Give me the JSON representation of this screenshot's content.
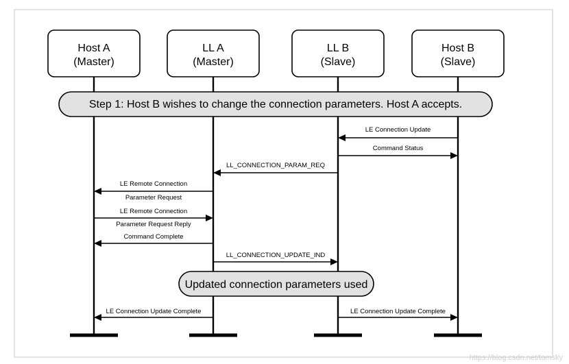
{
  "participants": [
    {
      "name": "Host A",
      "role": "(Master)"
    },
    {
      "name": "LL A",
      "role": "(Master)"
    },
    {
      "name": "LL B",
      "role": "(Slave)"
    },
    {
      "name": "Host B",
      "role": "(Slave)"
    }
  ],
  "step_label": "Step 1: Host B wishes to change the connection parameters. Host A accepts.",
  "result_label": "Updated connection parameters used",
  "messages": [
    {
      "from": 3,
      "to": 2,
      "lines": [
        "LE Connection Update"
      ]
    },
    {
      "from": 2,
      "to": 3,
      "lines": [
        "Command Status"
      ]
    },
    {
      "from": 2,
      "to": 1,
      "lines": [
        "LL_CONNECTION_PARAM_REQ"
      ]
    },
    {
      "from": 1,
      "to": 0,
      "lines": [
        "LE Remote Connection",
        "Parameter Request"
      ]
    },
    {
      "from": 0,
      "to": 1,
      "lines": [
        "LE Remote Connection",
        "Parameter Request Reply"
      ]
    },
    {
      "from": 1,
      "to": 0,
      "lines": [
        "Command Complete"
      ]
    },
    {
      "from": 1,
      "to": 2,
      "lines": [
        "LL_CONNECTION_UPDATE_IND"
      ]
    },
    {
      "from": 1,
      "to": 0,
      "lines": [
        "LE Connection Update Complete"
      ]
    },
    {
      "from": 2,
      "to": 3,
      "lines": [
        "LE Connection Update Complete"
      ]
    }
  ],
  "watermark": "https://blog.csdn.net/tomsky"
}
